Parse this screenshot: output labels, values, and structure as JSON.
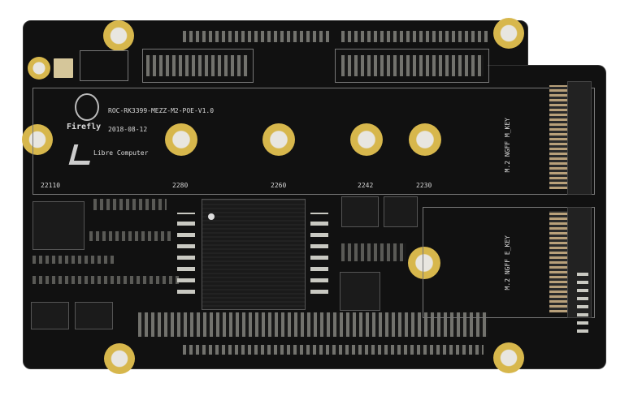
{
  "board": {
    "part_number": "ROC-RK3399-MEZZ-M2-POE-V1.0",
    "date": "2018-08-12",
    "brand": "Firefly",
    "maker": "Libre Computer",
    "m2_m_key": "M.2 NGFF M_KEY",
    "m2_e_key": "M.2 NGFF E_KEY",
    "lengths": [
      "22110",
      "2280",
      "2260",
      "2242",
      "2230"
    ]
  }
}
